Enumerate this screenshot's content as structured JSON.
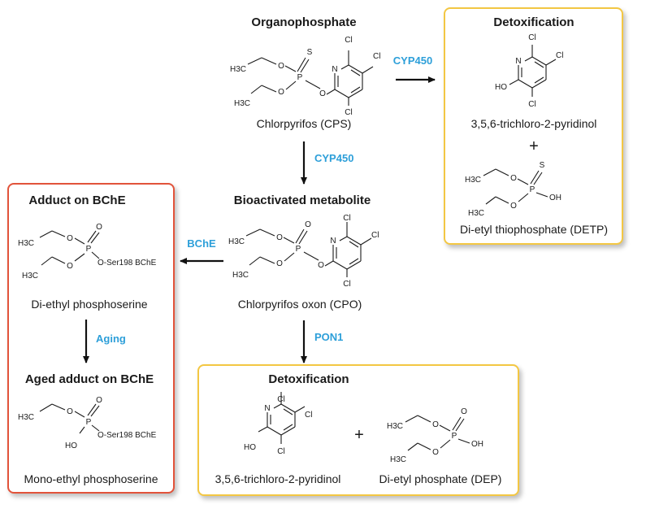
{
  "titles": {
    "organophosphate": "Organophosphate",
    "detox_top": "Detoxification",
    "bioactivated": "Bioactivated metabolite",
    "adduct": "Adduct on BChE",
    "aged_adduct": "Aged adduct on BChE",
    "detox_bottom": "Detoxification"
  },
  "compounds": {
    "cps": "Chlorpyrifos (CPS)",
    "tcp_top": "3,5,6-trichloro-2-pyridinol",
    "detp": "Di-etyl thiophosphate (DETP)",
    "cpo": "Chlorpyrifos oxon (CPO)",
    "di_ethyl_ps": "Di-ethyl phosphoserine",
    "mono_ethyl_ps": "Mono-ethyl phosphoserine",
    "tcp_bottom": "3,5,6-trichloro-2-pyridinol",
    "dep": "Di-etyl phosphate (DEP)"
  },
  "enzymes": {
    "cyp450_right": "CYP450",
    "cyp450_down": "CYP450",
    "bche": "BChE",
    "aging": "Aging",
    "pon1": "PON1"
  },
  "plus": "+",
  "atoms": {
    "cl": "Cl",
    "n": "N",
    "o": "O",
    "p": "P",
    "s": "S",
    "ho": "HO",
    "oh": "OH",
    "h3c": "H3C",
    "ser": "O-Ser198 BChE"
  },
  "colors": {
    "enzyme_text": "#2d9fd9",
    "detox_border": "#f3c743",
    "adduct_border": "#e2533a"
  }
}
